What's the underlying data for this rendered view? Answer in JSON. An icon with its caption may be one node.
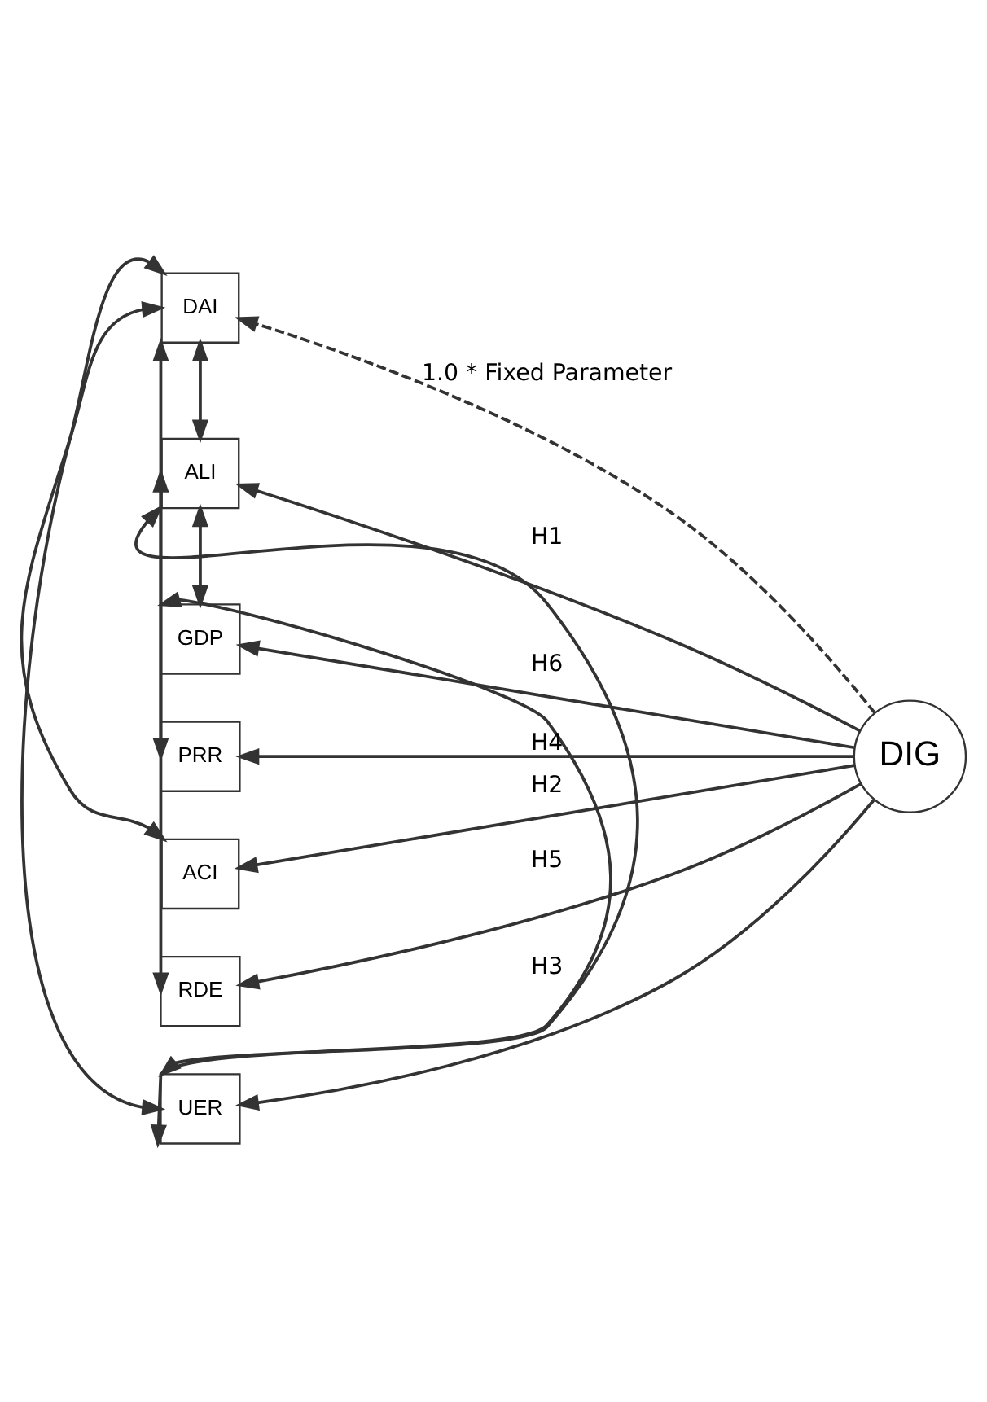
{
  "diagram": {
    "nodes": [
      {
        "text": [
          "DAI"
        ]
      },
      {
        "text": [
          "ALI"
        ]
      },
      {
        "text": [
          "GDP"
        ]
      },
      {
        "text": [
          "PRR"
        ]
      },
      {
        "text": [
          "ACI"
        ]
      },
      {
        "text": [
          "RDE"
        ]
      },
      {
        "text": [
          "UER"
        ]
      },
      {
        "text": [
          "DIG"
        ]
      }
    ],
    "edges": [
      {
        "from": 7,
        "to": 0,
        "arrow": "to",
        "style": "dashed",
        "label": "1.0 * Fixed Parameter"
      },
      {
        "from": 7,
        "to": 1,
        "arrow": "to",
        "label": "H1"
      },
      {
        "from": 7,
        "to": 2,
        "arrow": "to",
        "label": "H6"
      },
      {
        "from": 7,
        "to": 3,
        "arrow": "to",
        "label": "H4"
      },
      {
        "from": 7,
        "to": 4,
        "arrow": "to",
        "label": "H2"
      },
      {
        "from": 7,
        "to": 5,
        "arrow": "to",
        "label": "H5"
      },
      {
        "from": 7,
        "to": 6,
        "arrow": "to",
        "label": "H3"
      },
      {
        "from": 0,
        "to": 1,
        "arrow": "both"
      },
      {
        "from": 1,
        "to": 2,
        "arrow": "both"
      },
      {
        "from": 0,
        "to": 4,
        "arrow": "both"
      },
      {
        "from": 0,
        "to": 5,
        "arrow": "both"
      },
      {
        "from": 0,
        "to": 6,
        "arrow": "both"
      },
      {
        "from": 1,
        "to": 3,
        "arrow": "both"
      },
      {
        "from": 1,
        "to": 6,
        "arrow": "both"
      },
      {
        "from": 2,
        "to": 6,
        "arrow": "both"
      }
    ]
  }
}
